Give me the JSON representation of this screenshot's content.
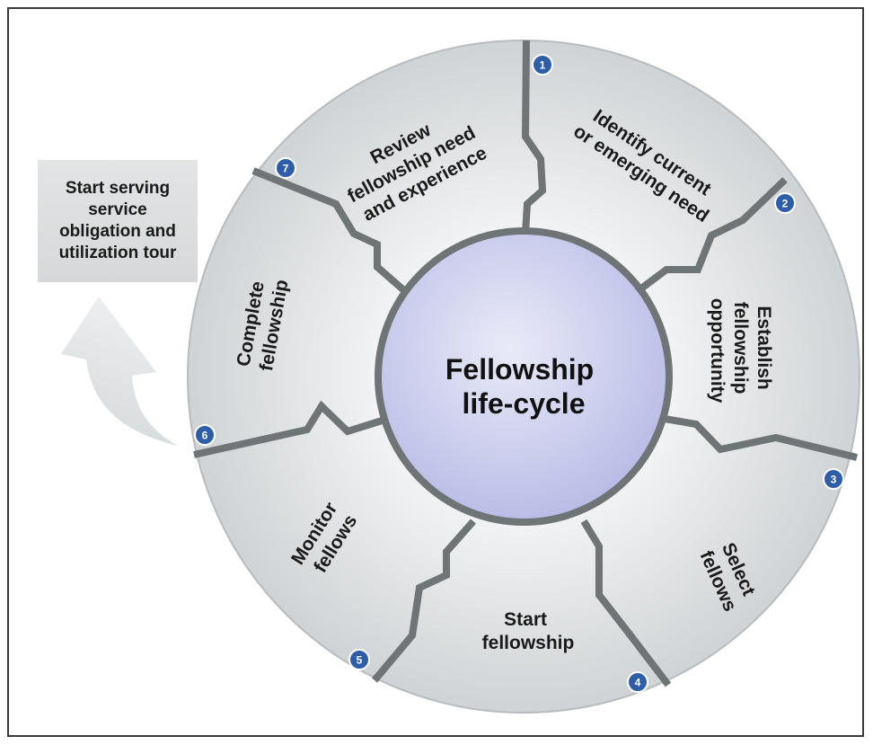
{
  "center": {
    "lines": [
      "Fellowship",
      "life-cycle"
    ]
  },
  "segments": [
    {
      "number": "1",
      "lines": [
        "Identify current",
        "or emerging need"
      ]
    },
    {
      "number": "2",
      "lines": [
        "Establish",
        "fellowship",
        "opportunity"
      ]
    },
    {
      "number": "3",
      "lines": [
        "Select",
        "fellows"
      ]
    },
    {
      "number": "4",
      "lines": [
        "Start",
        "fellowship"
      ]
    },
    {
      "number": "5",
      "lines": [
        "Monitor",
        "fellows"
      ]
    },
    {
      "number": "6",
      "lines": [
        "Complete",
        "fellowship"
      ]
    },
    {
      "number": "7",
      "lines": [
        "Review",
        "fellowship need",
        "and experience"
      ]
    }
  ],
  "outcome": {
    "lines": [
      "Start serving",
      "service",
      "obligation and",
      "utilization tour"
    ]
  },
  "colors": {
    "segment_fill": "#dcdfe1",
    "divider": "#6f7476",
    "hub_fill": "#c8cbec",
    "badge": "#2f5ea8",
    "arrow": "#e4e6e7"
  }
}
